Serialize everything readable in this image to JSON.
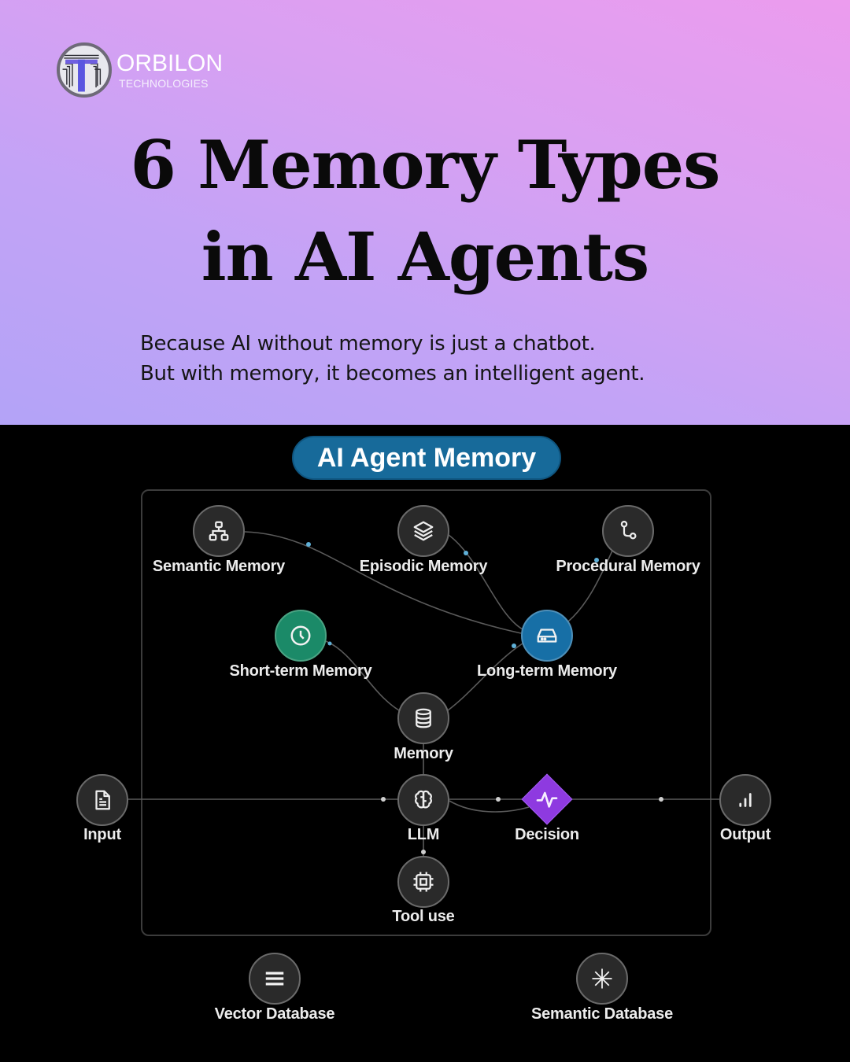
{
  "brand": {
    "name": "ORBILON",
    "tagline": "TECHNOLOGIES"
  },
  "hero": {
    "title_line1": "6 Memory Types",
    "title_line2": "in AI Agents",
    "subtitle_line1": "Because AI without memory is just a chatbot.",
    "subtitle_line2": "But with memory, it becomes an intelligent agent.",
    "gradient_colors": [
      "#ec9cee",
      "#b3a3f7"
    ]
  },
  "diagram": {
    "title": "AI Agent Memory",
    "title_color": "#176a9a",
    "nodes": {
      "semantic_memory": {
        "label": "Semantic Memory",
        "icon": "hierarchy-icon"
      },
      "episodic_memory": {
        "label": "Episodic Memory",
        "icon": "layers-icon"
      },
      "procedural_memory": {
        "label": "Procedural Memory",
        "icon": "git-branch-icon"
      },
      "short_term_memory": {
        "label": "Short-term Memory",
        "icon": "clock-icon",
        "color": "#1b8a68"
      },
      "long_term_memory": {
        "label": "Long-term Memory",
        "icon": "hard-drive-icon",
        "color": "#176fa6"
      },
      "memory": {
        "label": "Memory",
        "icon": "database-icon"
      },
      "input": {
        "label": "Input",
        "icon": "document-icon"
      },
      "llm": {
        "label": "LLM",
        "icon": "brain-icon"
      },
      "decision": {
        "label": "Decision",
        "icon": "activity-icon",
        "color": "#8e3ae0"
      },
      "output": {
        "label": "Output",
        "icon": "bar-chart-icon"
      },
      "tool_use": {
        "label": "Tool use",
        "icon": "cpu-chip-icon"
      },
      "vector_database": {
        "label": "Vector Database",
        "icon": "menu-lines-icon"
      },
      "semantic_database": {
        "label": "Semantic Database",
        "icon": "asterisk-icon"
      }
    }
  }
}
